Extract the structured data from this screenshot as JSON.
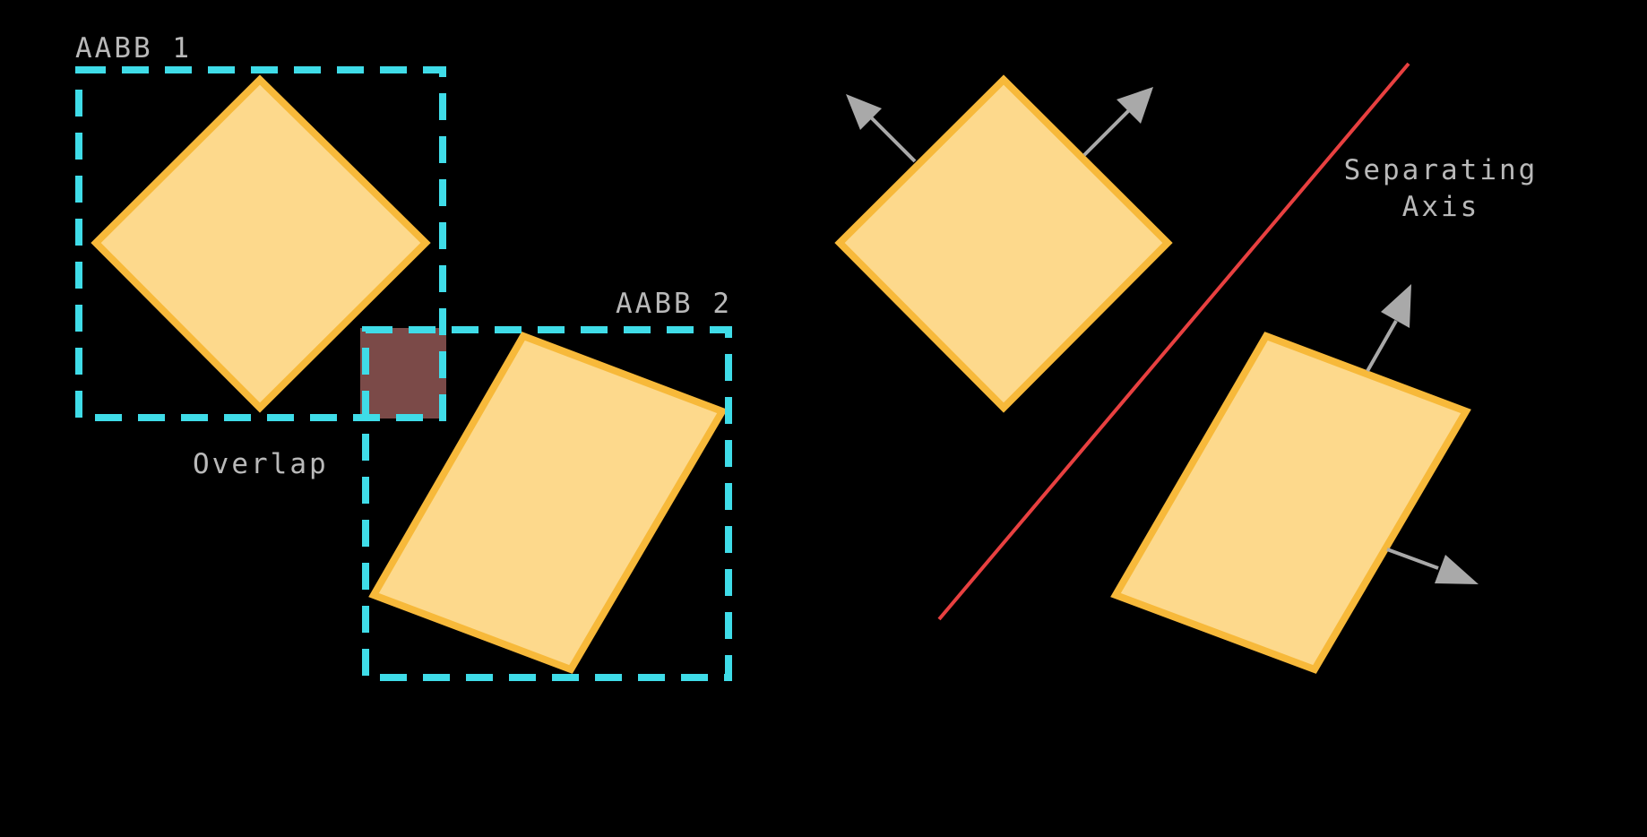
{
  "colors": {
    "background": "#000000",
    "shape_fill": "#fdd98c",
    "shape_stroke": "#f7b93a",
    "bbox_stroke": "#3fdce8",
    "overlap_fill": "#7b4a48",
    "axis_line": "#e84040",
    "normal_arrow": "#a9a9a9",
    "label_text": "#b9b9b9"
  },
  "icons": {
    "normal_arrow": "arrow-icon"
  },
  "labels": {
    "aabb1": "AABB 1",
    "aabb2": "AABB 2",
    "overlap": "Overlap",
    "separating_axis_line1": "Separating",
    "separating_axis_line2": "Axis"
  }
}
